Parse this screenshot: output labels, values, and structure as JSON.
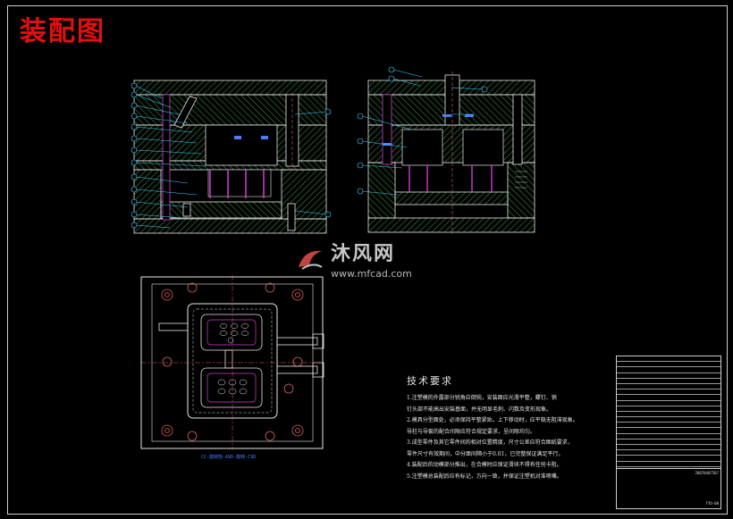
{
  "drawing": {
    "title": "装配图",
    "section_label": "CC-旋转剖-A9D-旋转-C9D",
    "technical_requirements": {
      "heading": "技术要求",
      "items": [
        "1.注塑模的外露部分锐角应倒钝，安装面应光滑平整，螺钉、销",
        "  钉头部不能高出安装基面，并无明显毛刺、闪数及变形现象。",
        "2.模具分型面处，必须保持平整紧贴，上下移动时，应平稳无阻滞现象。",
        "  导柱与导套的配合间隙应符合规定要求，呈间隙均匀。",
        "3.成型零件及其它零件间的相对位置精度，尺寸公差应符合图纸要求，",
        "  零件尺寸有效期间，中分面间隔小于0.01，已完整保证满足平行。",
        "4.装配后的动模部分推出，在合模时应保证滑块不得有任何卡阻。",
        "5.注塑模总装配后应有标记，方向一致，并保证注塑机对准喷嘴。"
      ]
    },
    "watermark": {
      "name": "沐风网",
      "url": "www.mfcad.com"
    },
    "title_block": {
      "drawing_code": "20070407507",
      "drawing_no": "FYD-00"
    },
    "colors": {
      "frame": "#cfcfcf",
      "title": "#e01010",
      "hatch": "#3a8a3a",
      "outline": "#e8e8e8",
      "leader": "#3ad0ff",
      "accent": "#d040d0",
      "dimension_blue": "#4a7cff",
      "center_line": "#e06060"
    }
  }
}
